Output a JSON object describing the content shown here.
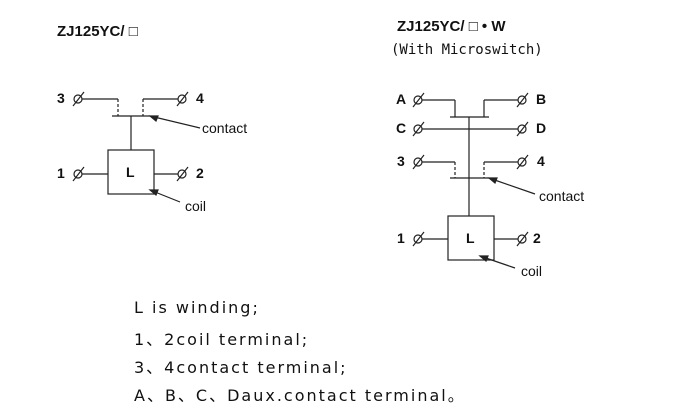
{
  "left": {
    "title": "ZJ125YC/ □",
    "t3": "3",
    "t4": "4",
    "t1": "1",
    "t2": "2",
    "coil_letter": "L",
    "contact_label": "contact",
    "coil_label": "coil"
  },
  "right": {
    "title": "ZJ125YC/ □ • W",
    "subtitle": "(With Microswitch)",
    "tA": "A",
    "tB": "B",
    "tC": "C",
    "tD": "D",
    "t3": "3",
    "t4": "4",
    "t1": "1",
    "t2": "2",
    "coil_letter": "L",
    "contact_label": "contact",
    "coil_label": "coil"
  },
  "legend": [
    "L is winding;",
    "1、2coil terminal;",
    "3、4contact terminal;",
    "A、B、C、Daux.contact terminal。"
  ]
}
